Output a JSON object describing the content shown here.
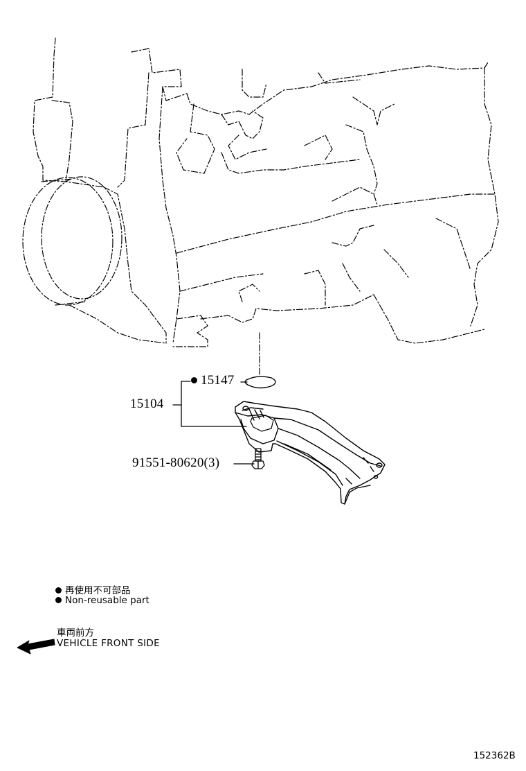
{
  "parts": {
    "gasket": "15147",
    "oil_pan": "15104",
    "bolt": "91551-80620(3)"
  },
  "legend": {
    "line_jp": "再使用不可部品",
    "line_en": "Non-reusable part"
  },
  "direction": {
    "label_jp": "車両前方",
    "label_en": "VEHICLE FRONT SIDE"
  },
  "diagram_id": "152362B"
}
